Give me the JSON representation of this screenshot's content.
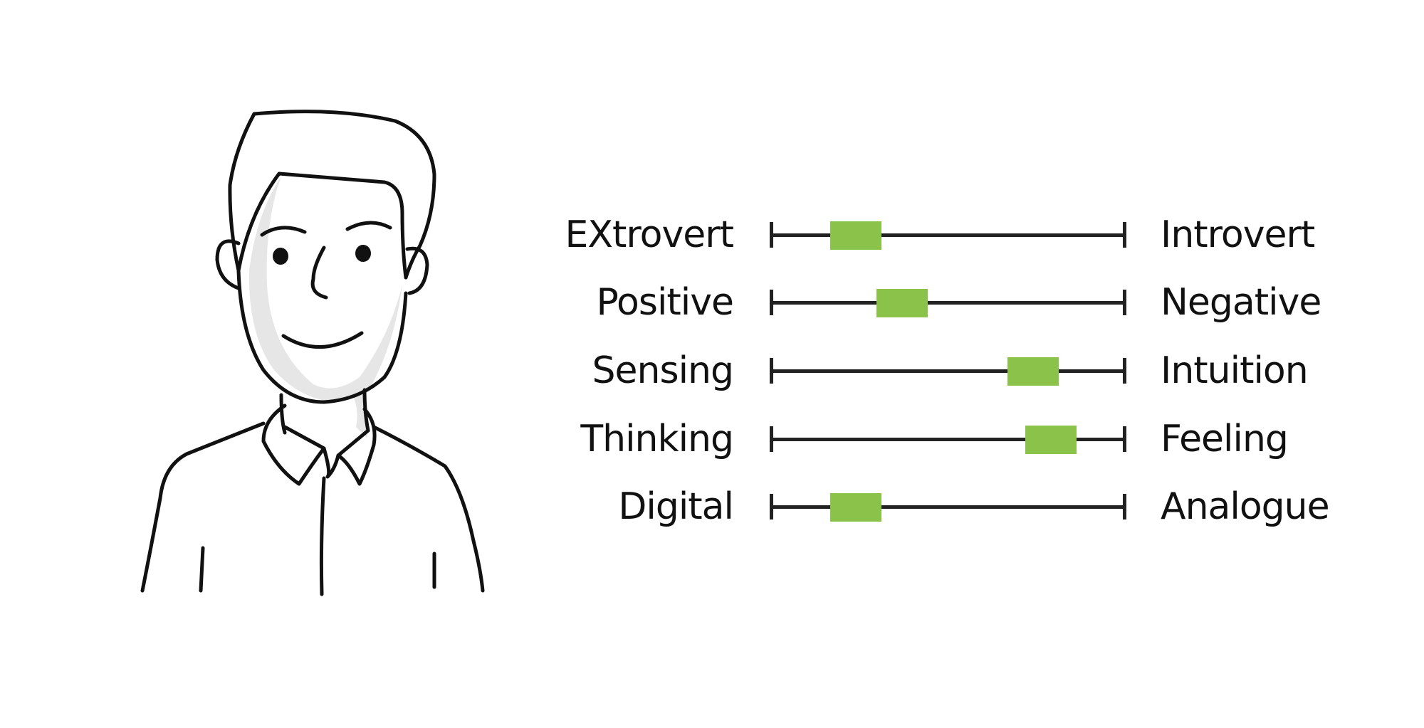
{
  "colors": {
    "marker": "#8bc34a",
    "ink": "#111111",
    "shade": "#e6e6e6"
  },
  "illustration": {
    "icon": "person-sketch-icon"
  },
  "traits": [
    {
      "left": "EXtrovert",
      "right": "Introvert",
      "position": 0.24
    },
    {
      "left": "Positive",
      "right": "Negative",
      "position": 0.37
    },
    {
      "left": "Sensing",
      "right": "Intuition",
      "position": 0.74
    },
    {
      "left": "Thinking",
      "right": "Feeling",
      "position": 0.79
    },
    {
      "left": "Digital",
      "right": "Analogue",
      "position": 0.24
    }
  ]
}
